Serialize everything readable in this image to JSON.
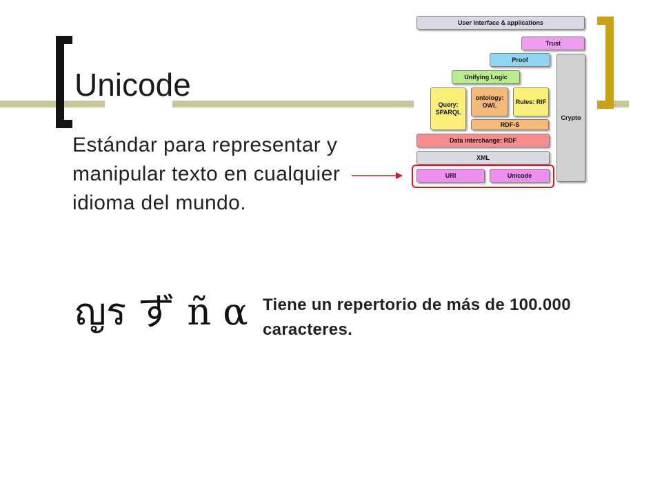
{
  "slide": {
    "title": "Unicode",
    "description": "Estándar para representar y manipular texto en cualquier idioma del mundo.",
    "glyph_sample": "ญร ず ñ α",
    "repertoire_text": "Tiene un repertorio de más de 100.000 caracteres."
  },
  "stack": {
    "ui": "User Interface & applications",
    "trust": "Trust",
    "proof": "Proof",
    "logic": "Unifying Logic",
    "query": "Query: SPARQL",
    "ontology": "ontology: OWL",
    "rules": "Rules: RIF",
    "rdfs": "RDF-S",
    "rdf": "Data interchange: RDF",
    "xml": "XML",
    "uri": "URI",
    "unicode": "Unicode",
    "crypto": "Crypto"
  },
  "colors": {
    "bar": "#c8c59a",
    "bracket_left": "#141414",
    "bracket_right": "#c9a21a",
    "arrow": "#e0131f",
    "layer_gray": "#d9d9e3",
    "layer_violet": "#ee9cf0",
    "layer_cyan": "#8ed6f2",
    "layer_green": "#b9ec8a",
    "layer_yellow": "#fbf07a",
    "layer_orange": "#f7b979",
    "layer_red": "#f98c8f",
    "layer_pink": "#f18ff0",
    "crypto_gray": "#d0d0d0"
  }
}
